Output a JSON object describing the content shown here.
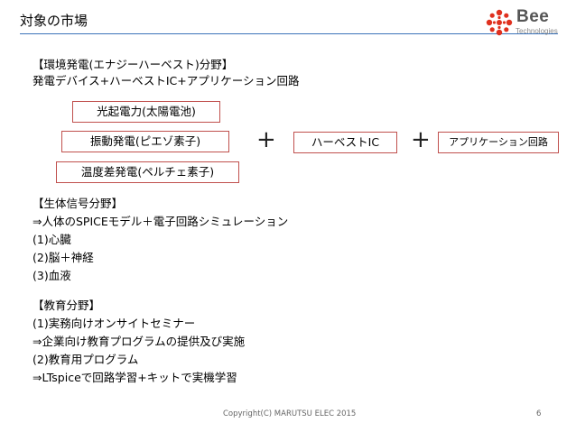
{
  "slide": {
    "title": "対象の市場",
    "logo": {
      "brand": "Bee",
      "tagline": "Technologies"
    },
    "footer": {
      "copyright": "Copyright(C) MARUTSU ELEC 2015",
      "page": "6"
    }
  },
  "energy": {
    "heading": "【環境発電(エナジーハーベスト)分野】",
    "subheading": "発電デバイス+ハーベストIC+アプリケーション回路",
    "devices": [
      "光起電力(太陽電池)",
      "振動発電(ピエゾ素子)",
      "温度差発電(ペルチェ素子)"
    ],
    "plus": "+",
    "ic": "ハーベストIC",
    "app": "アプリケーション回路"
  },
  "bio": {
    "heading": "【生体信号分野】",
    "lines": [
      "⇒人体のSPICEモデル＋電子回路シミュレーション",
      "(1)心臓",
      "(2)脳＋神経",
      "(3)血液"
    ]
  },
  "edu": {
    "heading": "【教育分野】",
    "lines": [
      "(1)実務向けオンサイトセミナー",
      "⇒企業向け教育プログラムの提供及び実施",
      "(2)教育用プログラム",
      "⇒LTspiceで回路学習+キットで実機学習"
    ]
  },
  "colors": {
    "box_border": "#c0504d",
    "rule": "#3b73b9",
    "logo_red": "#e0301e"
  }
}
